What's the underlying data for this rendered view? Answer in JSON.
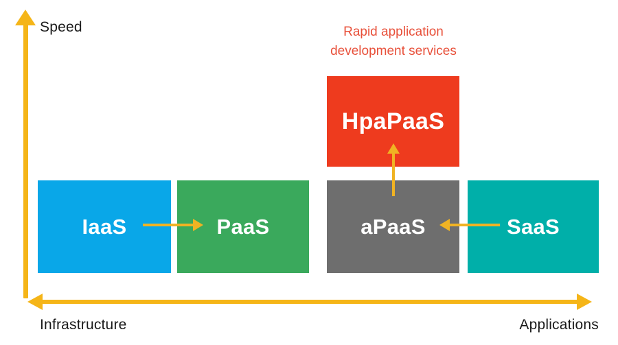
{
  "diagram": {
    "title_text": "",
    "background": "#ffffff",
    "axes": {
      "y": {
        "label": "Speed",
        "direction": "up",
        "color": "#F5B518"
      },
      "x": {
        "left_label": "Infrastructure",
        "right_label": "Applications",
        "direction": "both",
        "color": "#F5B518"
      }
    },
    "boxes": [
      {
        "id": "iaas",
        "label": "IaaS",
        "color": "#09A7E8",
        "row": "bottom"
      },
      {
        "id": "paas",
        "label": "PaaS",
        "color": "#3AA95C",
        "row": "bottom"
      },
      {
        "id": "apaas",
        "label": "aPaaS",
        "color": "#6E6E6E",
        "row": "bottom"
      },
      {
        "id": "saas",
        "label": "SaaS",
        "color": "#00AFA9",
        "row": "bottom"
      },
      {
        "id": "hpapaas",
        "label": "HpaPaaS",
        "color": "#EE3B1E",
        "row": "top"
      }
    ],
    "annotations": [
      {
        "id": "rapid-application-development",
        "line1": "Rapid application",
        "line2": "development services",
        "color": "#E8503A",
        "points_to": "hpapaas"
      }
    ],
    "arrows": [
      {
        "id": "iaas-to-paas",
        "from": "iaas",
        "to": "paas",
        "direction": "right",
        "color": "#F0B323"
      },
      {
        "id": "saas-to-apaas",
        "from": "saas",
        "to": "apaas",
        "direction": "left",
        "color": "#F0B323"
      },
      {
        "id": "apaas-to-hpapaas",
        "from": "apaas",
        "to": "hpapaas",
        "direction": "up",
        "color": "#F0B323"
      }
    ]
  }
}
